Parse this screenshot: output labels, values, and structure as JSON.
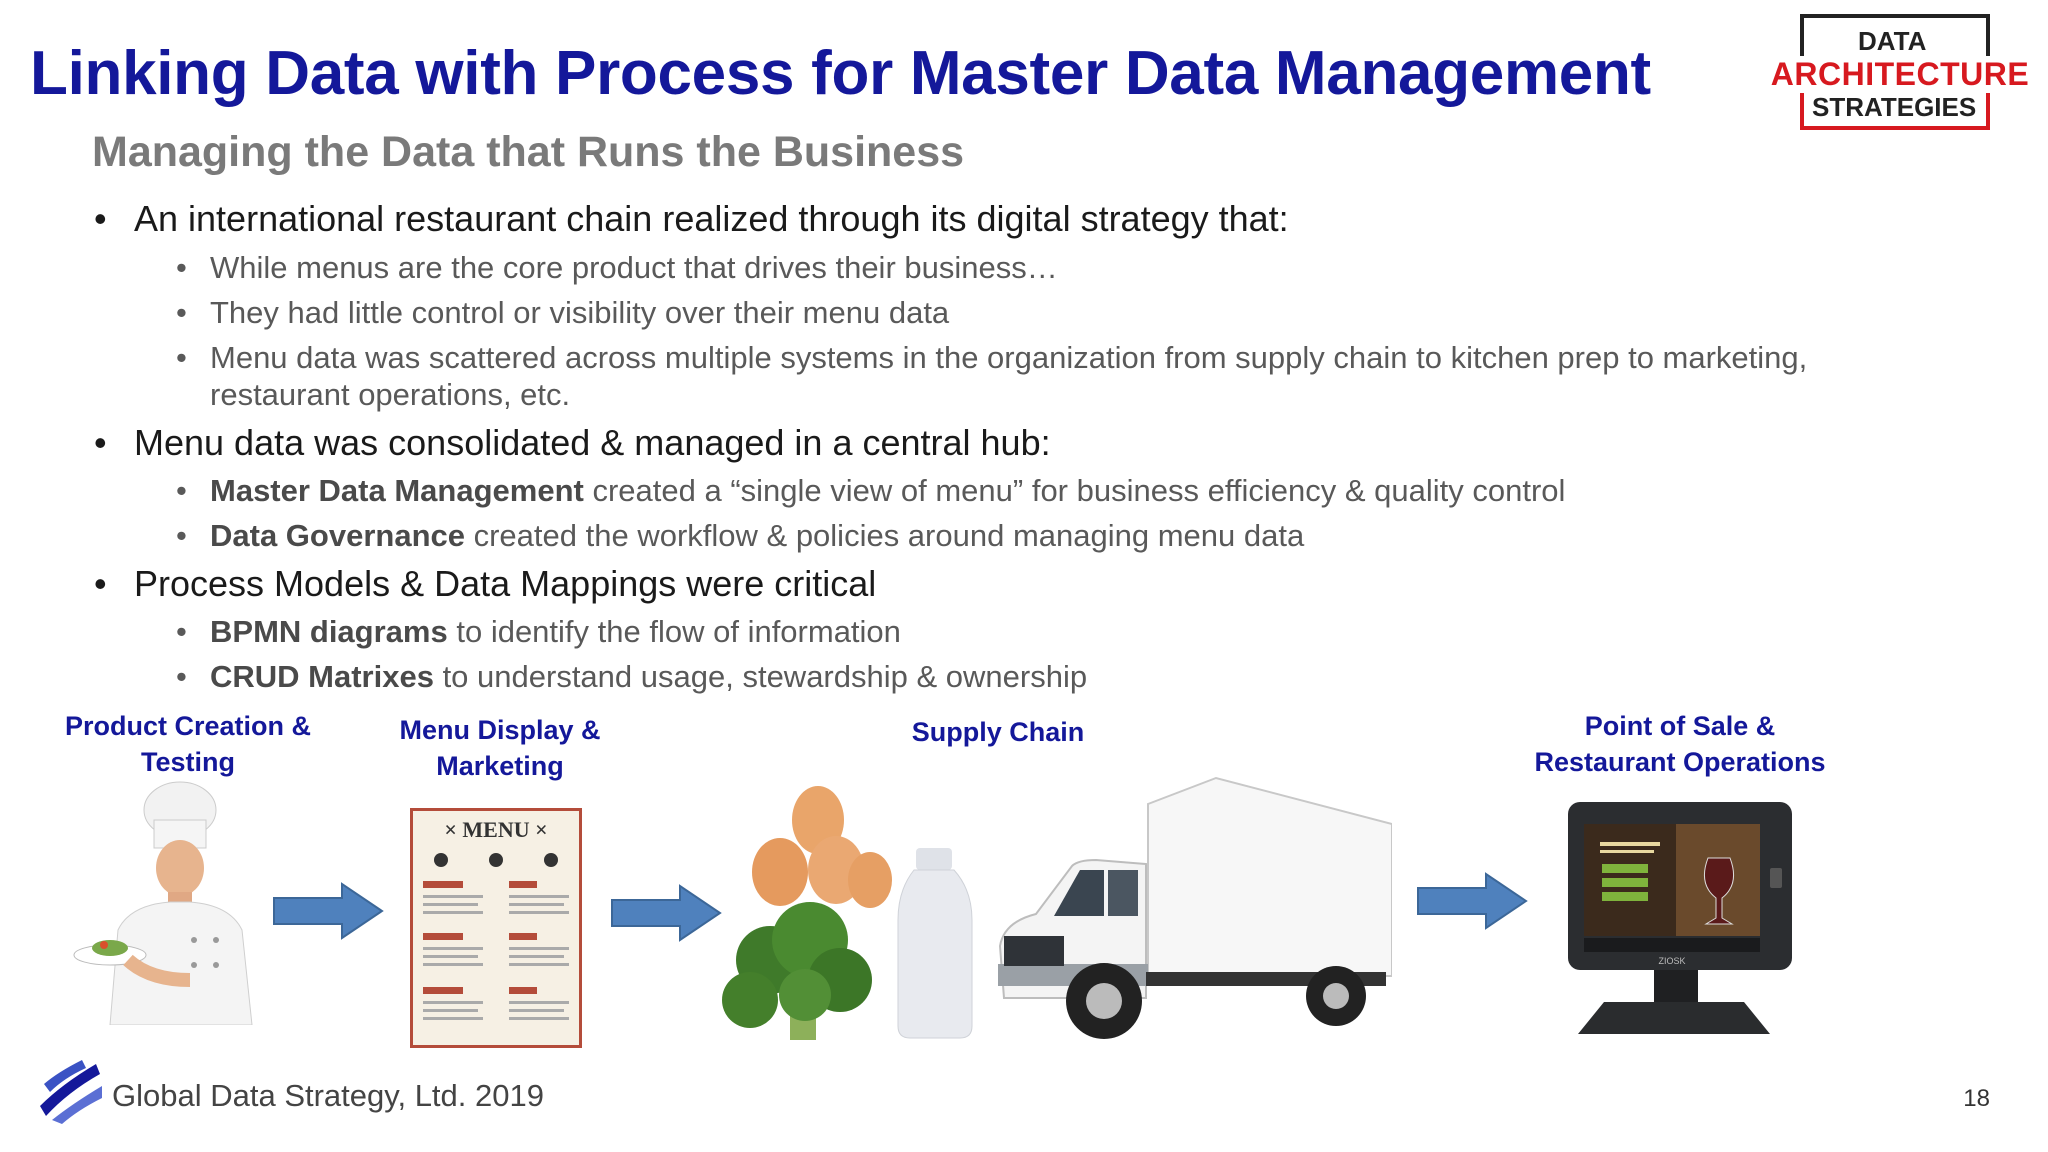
{
  "title": "Linking Data with Process for Master Data Management",
  "subtitle": "Managing the Data that Runs the Business",
  "logo": {
    "line1": "DATA",
    "line2": "ARCHITECTURE",
    "line3": "STRATEGIES"
  },
  "bullets": {
    "b1": "An international restaurant chain realized through its digital strategy that:",
    "b1_1": "While menus are the core product that drives their business…",
    "b1_2": "They had little control or visibility over their menu data",
    "b1_3a": "Menu data was scattered across multiple systems in the organization from supply chain to kitchen prep to marketing,",
    "b1_3b": "restaurant operations, etc.",
    "b2": "Menu data was consolidated & managed in a central hub:",
    "b2_1_bold": "Master Data Management",
    "b2_1_rest": " created a “single view of menu” for business efficiency & quality control",
    "b2_2_bold": "Data Governance",
    "b2_2_rest": " created the workflow & policies around managing menu data",
    "b3": "Process Models & Data Mappings were critical",
    "b3_1_bold": "BPMN diagrams",
    "b3_1_rest": " to identify the flow of information",
    "b3_2_bold": "CRUD Matrixes",
    "b3_2_rest": " to understand usage, stewardship & ownership"
  },
  "process": {
    "step1": {
      "line1": "Product Creation &",
      "line2": "Testing",
      "image": "chef-illustration"
    },
    "step2": {
      "line1": "Menu Display &",
      "line2": "Marketing",
      "image": "menu-illustration",
      "menu_heading": "MENU"
    },
    "step3": {
      "line1": "Supply Chain",
      "image": "eggs-broccoli-milk-truck-illustration"
    },
    "step4": {
      "line1": "Point of Sale &",
      "line2": "Restaurant Operations",
      "image": "pos-kiosk-illustration",
      "kiosk_brand": "ZIOSK"
    }
  },
  "footer": {
    "company": "Global Data Strategy, Ltd. 2019",
    "page": "18"
  },
  "colors": {
    "title": "#14189a",
    "arrow": "#4f81bd",
    "logo_red": "#d7191f"
  }
}
